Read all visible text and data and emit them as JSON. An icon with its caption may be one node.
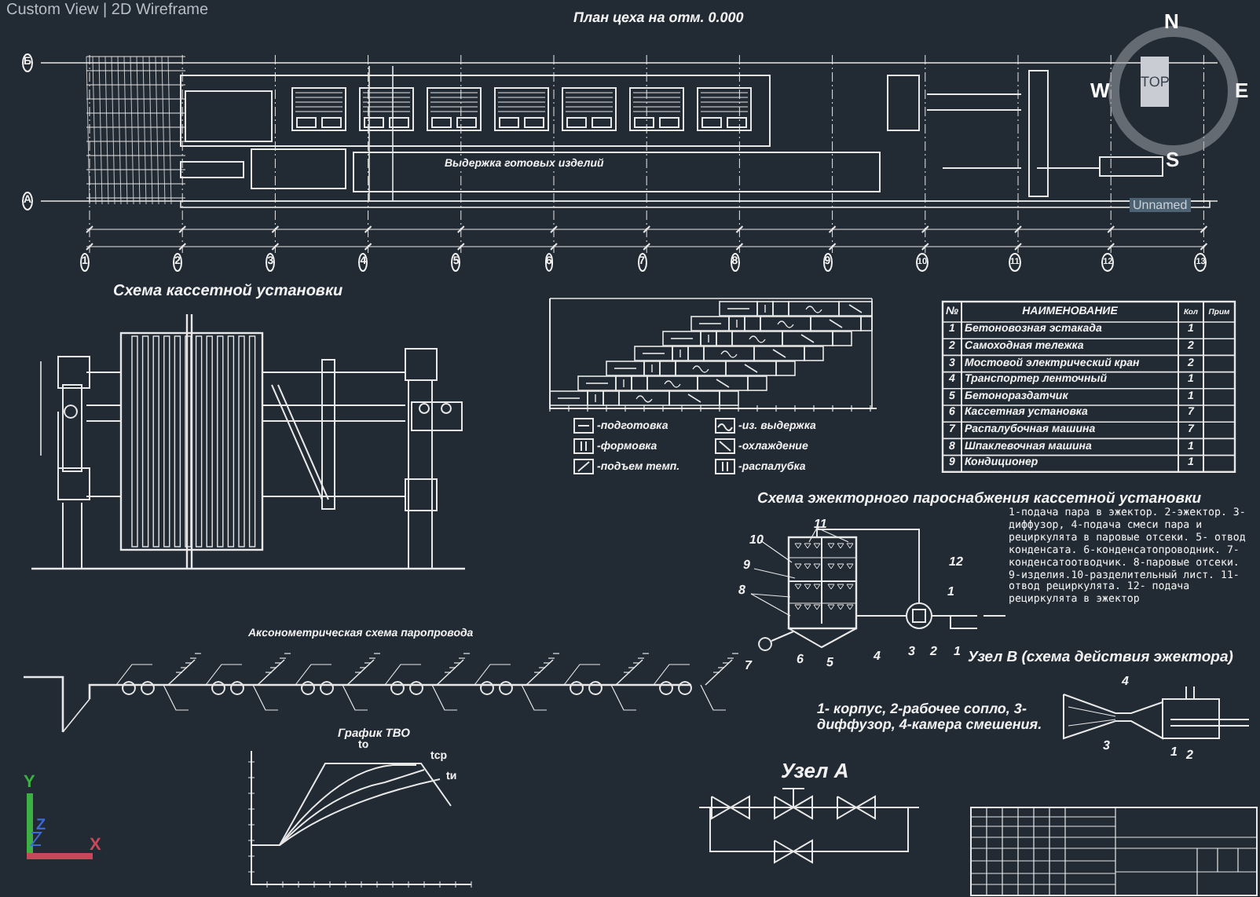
{
  "diagram": {
    "title": "План цеха на отм. 0.000",
    "labels": [
      "Custom View | 2D Wireframe",
      "N",
      "W",
      "E",
      "S",
      "TOP",
      "Unnamed",
      "Б",
      "А",
      "1",
      "2",
      "3",
      "4",
      "5",
      "6",
      "7",
      "8",
      "9",
      "10",
      "11",
      "12",
      "13",
      "Выдержка готовых изделий",
      "Схема кассетной установки",
      "№",
      "НАИМЕНОВАНИЕ",
      "Кол",
      "Прим",
      "1",
      "Бетоновозная эстакада",
      "1",
      "2",
      "Самоходная тележка",
      "2",
      "3",
      "Мостовой электрический кран",
      "2",
      "4",
      "Транспортер ленточный",
      "1",
      "5",
      "Бетонораздатчик",
      "1",
      "6",
      "Кассетная установка",
      "7",
      "7",
      "Распалубочная машина",
      "7",
      "8",
      "Шпаклевочная машина",
      "1",
      "9",
      "Кондиционер",
      "1",
      "Схема эжекторного пароснабжения кассетной установки",
      "1-подача пара в эжектор. 2-эжектор. 3-диффузор, 4-подача смеси пара и рециркулята в паровые отсеки. 5- отвод конденсата. 6-конденсатопроводник. 7-конденсатоотводчик. 8-паровые отсеки. 9-изделия.10-разделительный лист. 11-отвод рециркулята. 12- подача рециркулята в эжектор",
      "11",
      "10",
      "9",
      "8",
      "12",
      "1",
      "3",
      "2",
      "1",
      "7",
      "6",
      "5",
      "4",
      "Узел В (схема действия эжектора)",
      "1- корпус, 2-рабочее сопло, 3-диффузор, 4-камера смешения.",
      "4",
      "3",
      "1",
      "2",
      "Аксонометрическая схема паропровода",
      "График ТВО",
      "tо",
      "tср",
      "tи",
      "Узел А",
      "Y",
      "Z",
      "X"
    ],
    "legend": [
      {
        "text": "-подготовка"
      },
      {
        "text": "-из. выдержка"
      },
      {
        "text": "-формовка"
      },
      {
        "text": "-охлаждение"
      },
      {
        "text": "-подъем темп."
      },
      {
        "text": "-распалубка"
      }
    ]
  }
}
